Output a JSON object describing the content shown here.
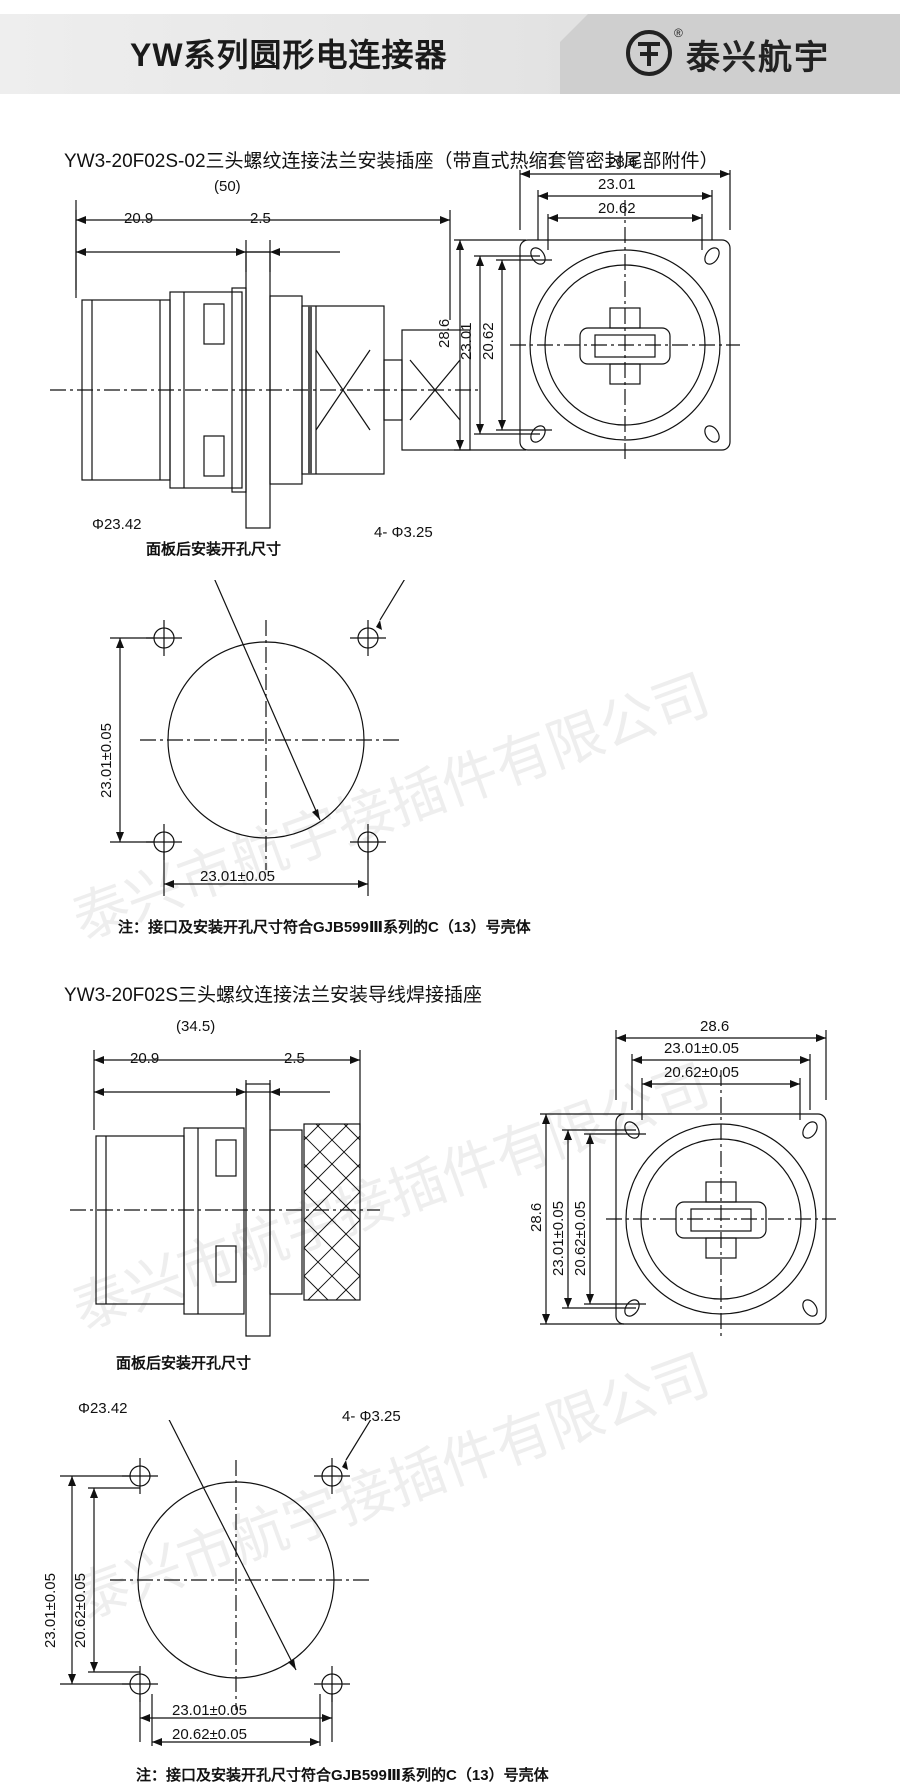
{
  "header": {
    "title": "YW系列圆形电连接器",
    "brand": "泰兴航宇",
    "registered_mark": "®"
  },
  "watermark": "泰兴市航宇接插件有限公司",
  "section1": {
    "title": "YW3-20F02S-02三头螺纹连接法兰安装插座（带直式热缩套管密封尾部附件）",
    "side": {
      "overall": "(50)",
      "front": "20.9",
      "flange": "2.5"
    },
    "front": {
      "width_outer": "28.6",
      "width_mid": "23.01",
      "width_inner": "20.62",
      "height_outer": "28.6",
      "height_mid": "23.01",
      "height_inner": "20.62"
    },
    "cutout": {
      "caption": "面板后安装开孔尺寸",
      "diameter": "Φ23.42",
      "holes": "4- Φ3.25",
      "vertical": "23.01±0.05",
      "horizontal": "23.01±0.05"
    },
    "note": "注：接口及安装开孔尺寸符合GJB599Ⅲ系列的C（13）号壳体"
  },
  "section2": {
    "title": "YW3-20F02S三头螺纹连接法兰安装导线焊接插座",
    "side": {
      "overall": "(34.5)",
      "front": "20.9",
      "flange": "2.5"
    },
    "front": {
      "width_outer": "28.6",
      "width_mid": "23.01±0.05",
      "width_inner": "20.62±0.05",
      "height_outer": "28.6",
      "height_mid": "23.01±0.05",
      "height_inner": "20.62±0.05"
    },
    "cutout": {
      "caption": "面板后安装开孔尺寸",
      "diameter": "Φ23.42",
      "holes": "4- Φ3.25",
      "vertical_1": "23.01±0.05",
      "vertical_2": "20.62±0.05",
      "horizontal_1": "23.01±0.05",
      "horizontal_2": "20.62±0.05"
    },
    "note": "注：接口及安装开孔尺寸符合GJB599Ⅲ系列的C（13）号壳体"
  }
}
